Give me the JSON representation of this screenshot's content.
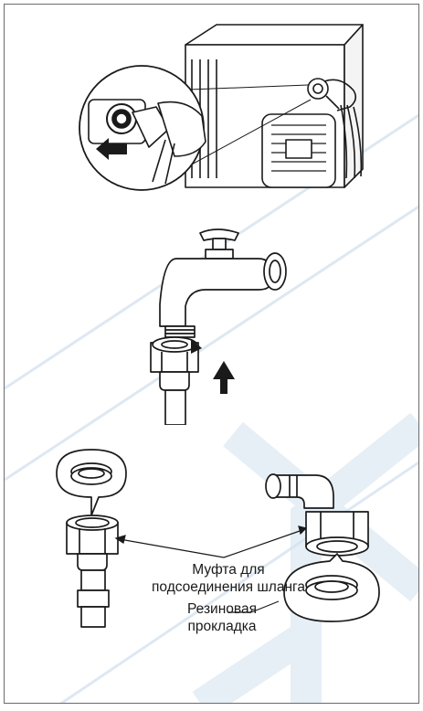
{
  "labels": {
    "coupling_line1": "Муфта для",
    "coupling_line2": "подсоединения шланга",
    "gasket_line1": "Резиновая",
    "gasket_line2": "прокладка"
  },
  "illustrations": {
    "step1": "washing-machine-rear-inlet-connection",
    "step2": "faucet-hose-connection",
    "step3": "hose-coupling-and-rubber-gasket"
  },
  "colors": {
    "line": "#1a1a1a",
    "watermark": "#dbe6f2",
    "frame": "#6b6b6b"
  }
}
